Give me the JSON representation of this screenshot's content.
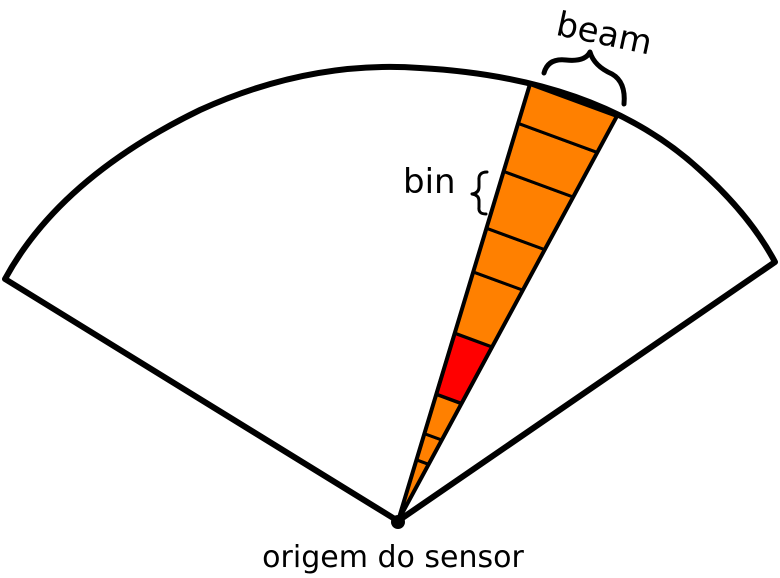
{
  "labels": {
    "beam": "beam",
    "bin": "bin",
    "origin": "origem do sensor"
  },
  "beam": {
    "bin_count": 9,
    "highlighted_bin": 3
  },
  "colors": {
    "outline": "#000000",
    "fan_fill": "#ffffff",
    "beam_fill": "#ff8000",
    "highlight_fill": "#ff0000"
  }
}
